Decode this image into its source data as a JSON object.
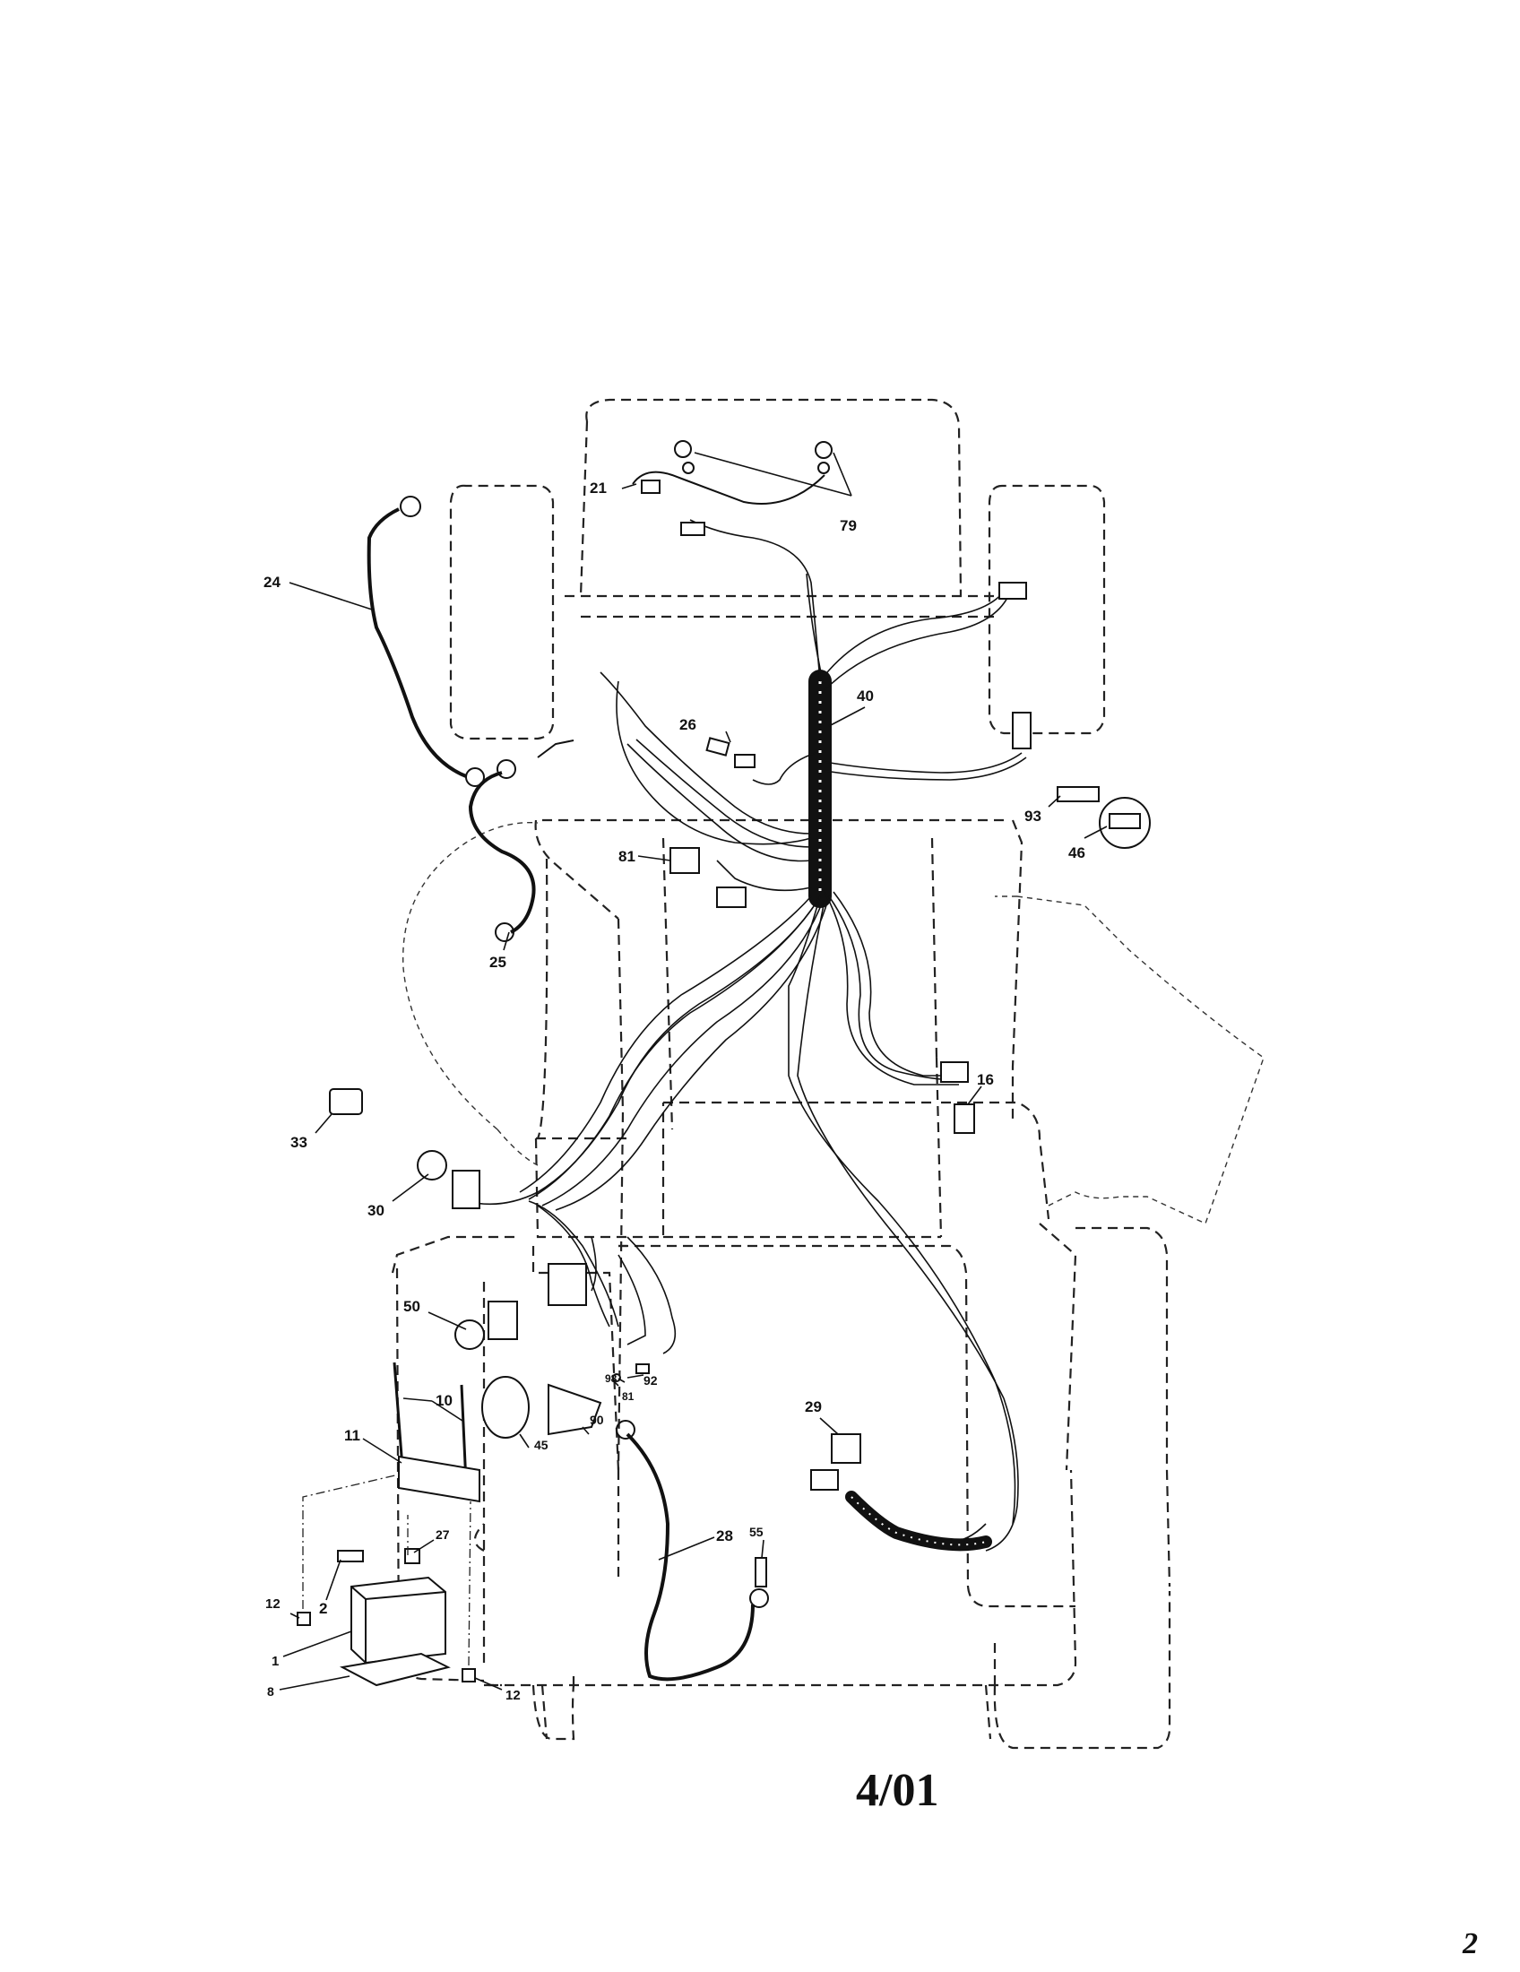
{
  "diagram": {
    "callouts": [
      {
        "id": "c21",
        "label": "21"
      },
      {
        "id": "c79",
        "label": "79"
      },
      {
        "id": "c24",
        "label": "24"
      },
      {
        "id": "c40",
        "label": "40"
      },
      {
        "id": "c26",
        "label": "26"
      },
      {
        "id": "c93",
        "label": "93"
      },
      {
        "id": "c46",
        "label": "46"
      },
      {
        "id": "c81",
        "label": "81"
      },
      {
        "id": "c25",
        "label": "25"
      },
      {
        "id": "c16",
        "label": "16"
      },
      {
        "id": "c33",
        "label": "33"
      },
      {
        "id": "c30",
        "label": "30"
      },
      {
        "id": "c50",
        "label": "50"
      },
      {
        "id": "c10",
        "label": "10"
      },
      {
        "id": "c11",
        "label": "11"
      },
      {
        "id": "c45",
        "label": "45"
      },
      {
        "id": "c90",
        "label": "90"
      },
      {
        "id": "c92",
        "label": "92"
      },
      {
        "id": "c98",
        "label": "98"
      },
      {
        "id": "c81b",
        "label": "81"
      },
      {
        "id": "c29",
        "label": "29"
      },
      {
        "id": "c27",
        "label": "27"
      },
      {
        "id": "c28",
        "label": "28"
      },
      {
        "id": "c55",
        "label": "55"
      },
      {
        "id": "c2",
        "label": "2"
      },
      {
        "id": "c12a",
        "label": "12"
      },
      {
        "id": "c1",
        "label": "1"
      },
      {
        "id": "c8",
        "label": "8"
      },
      {
        "id": "c12b",
        "label": "12"
      }
    ]
  },
  "footer": {
    "date_code": "4/01",
    "page_mark": "2"
  }
}
